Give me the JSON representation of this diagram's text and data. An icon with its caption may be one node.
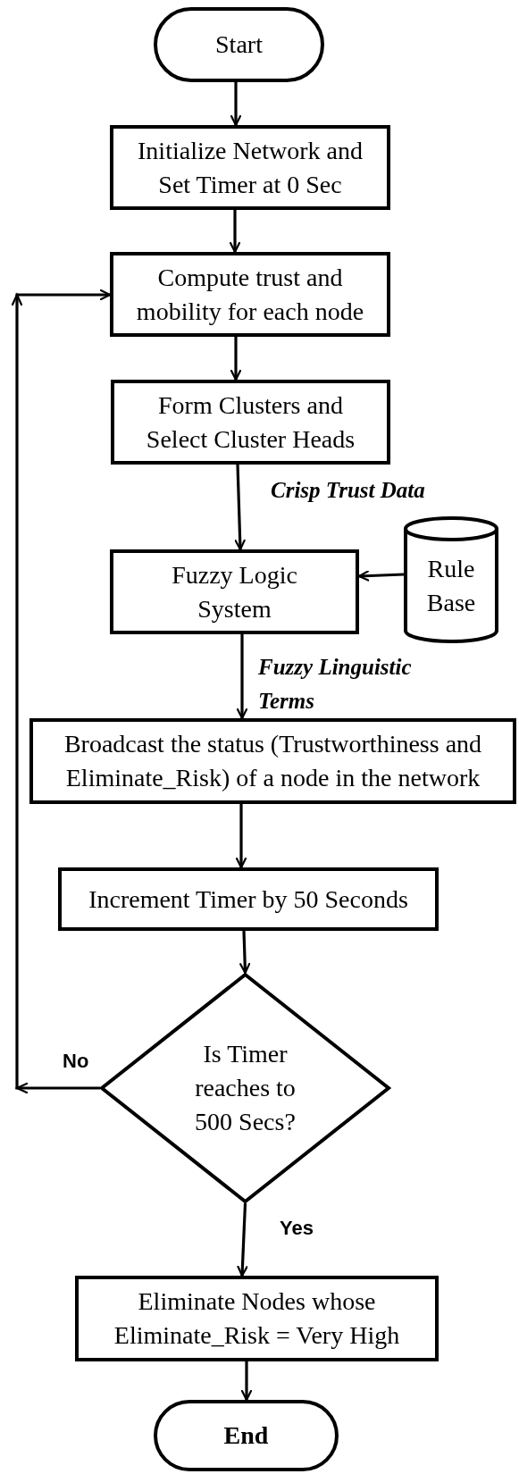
{
  "diagram": {
    "nodes": [
      {
        "text": [
          "Start"
        ]
      },
      {
        "text": [
          "Initialize Network and Set Timer at 0 Sec"
        ]
      },
      {
        "text": [
          "Compute trust and mobility for each node"
        ]
      },
      {
        "text": [
          "Form Clusters and Select Cluster Heads"
        ]
      },
      {
        "text": [
          "Fuzzy Logic System"
        ]
      },
      {
        "text": [
          "Rule Base"
        ]
      },
      {
        "text": [
          "Broadcast the status (Trustworthiness and Eliminate_Risk) of a node in the network"
        ]
      },
      {
        "text": [
          "Increment Timer by 50 Seconds"
        ]
      },
      {
        "text": [
          "Is Timer reaches to 500 Secs?"
        ]
      },
      {
        "text": [
          "Eliminate Nodes whose Eliminate_Risk = Very High"
        ]
      },
      {
        "text": [
          "End"
        ]
      }
    ],
    "edges": [
      {
        "from": 0,
        "to": 1,
        "arrow": "to"
      },
      {
        "from": 1,
        "to": 2,
        "arrow": "to"
      },
      {
        "from": 2,
        "to": 3,
        "arrow": "to"
      },
      {
        "from": 3,
        "to": 4,
        "arrow": "to",
        "label": "Crisp Trust Data"
      },
      {
        "from": 5,
        "to": 4,
        "arrow": "to"
      },
      {
        "from": 4,
        "to": 6,
        "arrow": "to",
        "label": "Fuzzy Linguistic Terms"
      },
      {
        "from": 6,
        "to": 7,
        "arrow": "to"
      },
      {
        "from": 7,
        "to": 8,
        "arrow": "to"
      },
      {
        "from": 8,
        "to": 2,
        "arrow": "to",
        "label": "No"
      },
      {
        "from": 8,
        "to": 9,
        "arrow": "to",
        "label": "Yes"
      },
      {
        "from": 9,
        "to": 10,
        "arrow": "to"
      }
    ]
  }
}
